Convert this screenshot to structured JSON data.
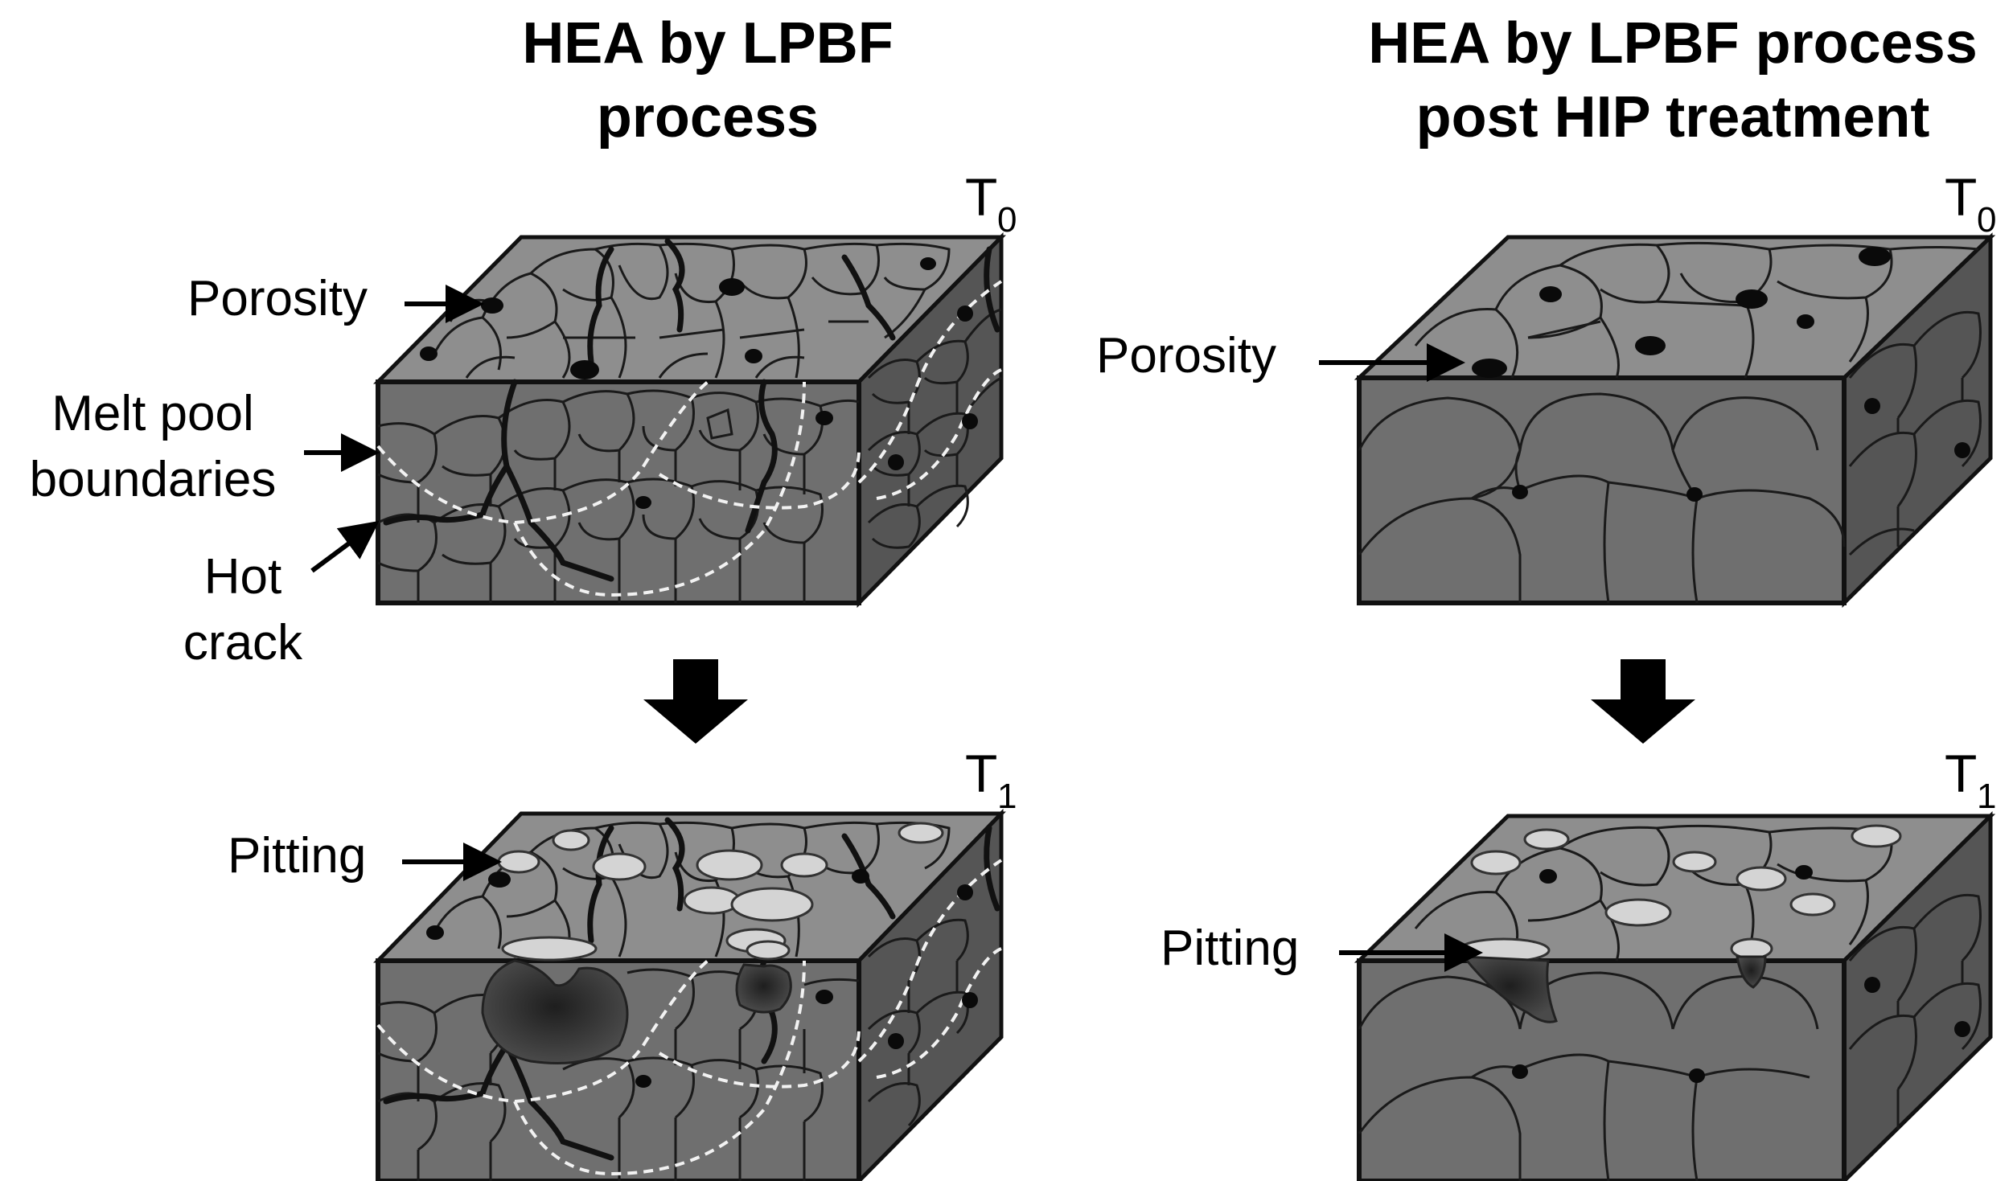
{
  "left": {
    "title_line1": "HEA by LPBF",
    "title_line2": "process",
    "t0_main": "T",
    "t0_sub": "0",
    "t1_main": "T",
    "t1_sub": "1",
    "porosity": "Porosity",
    "melt_pool_line1": "Melt pool",
    "melt_pool_line2": "boundaries",
    "hot_crack_line1": "Hot",
    "hot_crack_line2": "crack",
    "pitting": "Pitting"
  },
  "right": {
    "title_line1": "HEA by LPBF process",
    "title_line2": "post HIP treatment",
    "t0_main": "T",
    "t0_sub": "0",
    "t1_main": "T",
    "t1_sub": "1",
    "porosity": "Porosity",
    "pitting": "Pitting"
  },
  "colors": {
    "top_face": "#8e8e8e",
    "front_face": "#6f6f6f",
    "side_face": "#555555",
    "pit": "#d4d4d4"
  }
}
